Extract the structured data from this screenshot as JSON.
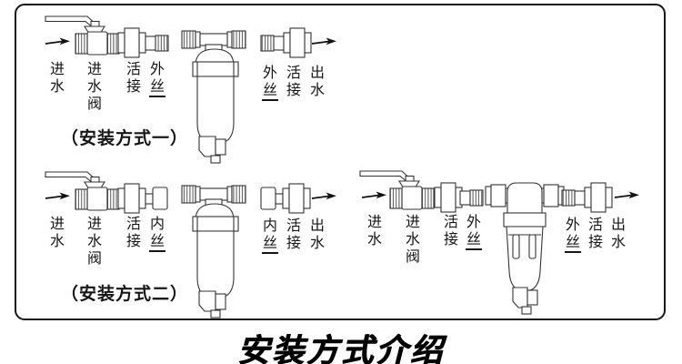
{
  "title": "安装方式介绍",
  "colors": {
    "line": "#333333",
    "text": "#161616",
    "background": "#ffffff"
  },
  "diagrams": {
    "method1": {
      "caption": "（安装方式一）",
      "inlet_labels": [
        {
          "text": "进水",
          "underline": false
        },
        {
          "text": "进水阀",
          "underline": false
        },
        {
          "text": "活接",
          "underline": false
        },
        {
          "text": "外丝",
          "underline": true
        }
      ],
      "outlet_labels": [
        {
          "text": "外丝",
          "underline": true
        },
        {
          "text": "活接",
          "underline": false
        },
        {
          "text": "出水",
          "underline": false
        }
      ]
    },
    "method2": {
      "caption": "（安装方式二）",
      "inlet_labels": [
        {
          "text": "进水",
          "underline": false
        },
        {
          "text": "进水阀",
          "underline": false
        },
        {
          "text": "活接",
          "underline": false
        },
        {
          "text": "内丝",
          "underline": true
        }
      ],
      "outlet_labels": [
        {
          "text": "内丝",
          "underline": true
        },
        {
          "text": "活接",
          "underline": false
        },
        {
          "text": "出水",
          "underline": false
        }
      ]
    },
    "method3": {
      "inlet_labels": [
        {
          "text": "进水",
          "underline": false
        },
        {
          "text": "进水阀",
          "underline": false
        },
        {
          "text": "活接",
          "underline": false
        },
        {
          "text": "外丝",
          "underline": true
        }
      ],
      "outlet_labels": [
        {
          "text": "外丝",
          "underline": true
        },
        {
          "text": "活接",
          "underline": false
        },
        {
          "text": "出水",
          "underline": false
        }
      ]
    }
  }
}
